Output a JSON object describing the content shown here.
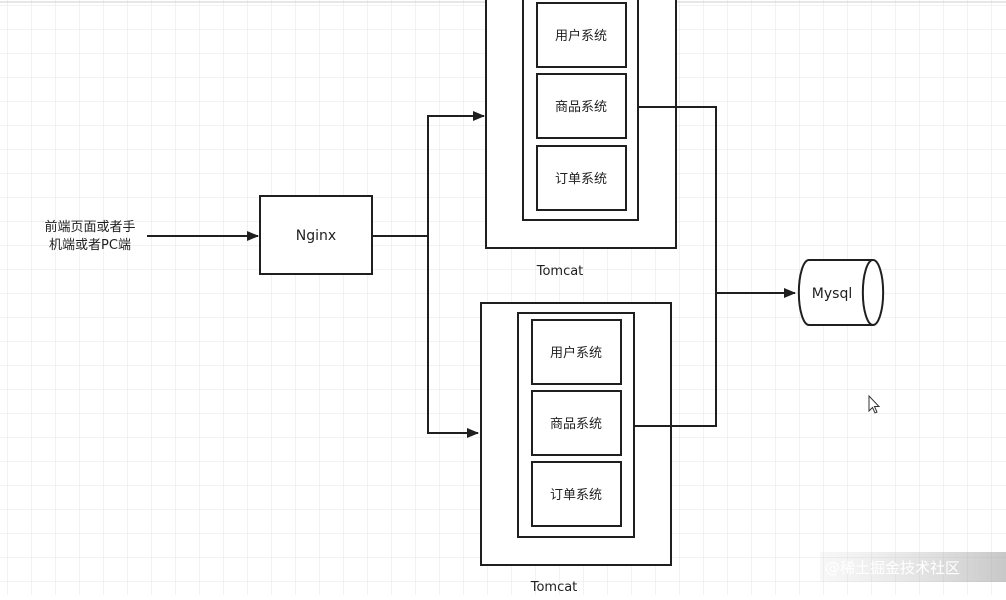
{
  "diagram": {
    "client_label_line1": "前端页面或者手",
    "client_label_line2": "机端或者PC端",
    "nginx_label": "Nginx",
    "server_top": {
      "label": "Tomcat",
      "services": [
        "用户系统",
        "商品系统",
        "订单系统"
      ]
    },
    "server_bottom": {
      "label": "Tomcat",
      "services": [
        "用户系统",
        "商品系统",
        "订单系统"
      ]
    },
    "db_label": "Mysql"
  },
  "watermark": "@稀土掘金技术社区",
  "colors": {
    "grid_line": "#e6e6e6",
    "stroke": "#1f1f1f",
    "background": "#ffffff"
  }
}
